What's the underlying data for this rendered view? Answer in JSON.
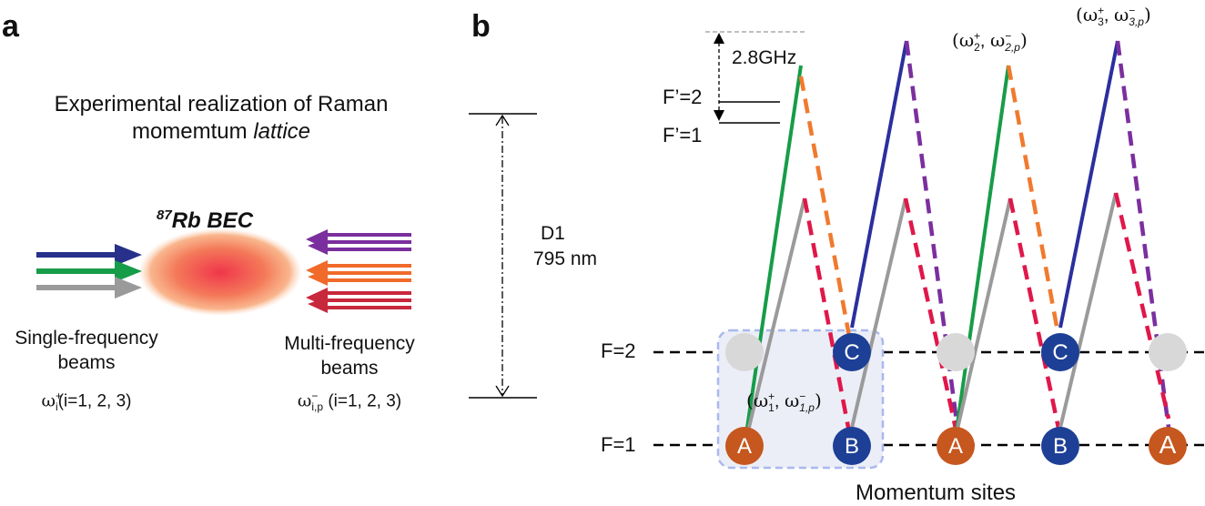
{
  "panel_a": {
    "label": "a",
    "title_line1": "Experimental realization of Raman",
    "title_line2_plain": "momemtum",
    "title_line2_italic": "lattice",
    "bec_label_sup": "87",
    "bec_label_main": "Rb BEC",
    "left_caption_line1": "Single-frequency",
    "left_caption_line2": "beams",
    "left_formula_symbol": "ω",
    "left_formula_sub": "i",
    "left_formula_sup": "+",
    "left_formula_rest": "(i=1, 2, 3)",
    "right_caption_line1": "Multi-frequency",
    "right_caption_line2": "beams",
    "right_formula_symbol": "ω",
    "right_formula_sub": "i,p",
    "right_formula_sup": "−",
    "right_formula_rest": "(i=1, 2, 3)",
    "colors": {
      "beam_blue": "#27308a",
      "beam_green": "#179c48",
      "beam_gray": "#9a9a9a",
      "beam_purple": "#7b2f9e",
      "beam_orange": "#f06a2a",
      "beam_red": "#c8283c",
      "bec_core": "#f0444a",
      "bec_edge": "#f7a27a"
    }
  },
  "panel_b": {
    "label": "b",
    "transition_line1": "D1",
    "transition_line2": "795 nm",
    "splitting": "2.8GHz",
    "level_f2_prime": "F’=2",
    "level_f1_prime": "F’=1",
    "level_f2": "F=2",
    "level_f1": "F=1",
    "bottom_label": "Momentum sites",
    "sites": {
      "A": "A",
      "B": "B",
      "C": "C"
    },
    "pair1": {
      "w": "ω",
      "sup_plus": "+",
      "sub1": "1",
      "sup_minus": "−",
      "sub2": "1,p"
    },
    "pair2": {
      "w": "ω",
      "sup_plus": "+",
      "sub1": "2",
      "sup_minus": "−",
      "sub2": "2,p"
    },
    "pair3": {
      "w": "ω",
      "sup_plus": "+",
      "sub1": "3",
      "sup_minus": "−",
      "sub2": "3,p"
    },
    "colors": {
      "site_a": "#c5571f",
      "site_b": "#1d3f96",
      "site_empty": "#d8d8d8",
      "unit_cell_fill": "#eceef7",
      "unit_cell_border": "#a9b8ee",
      "green": "#179c48",
      "blue": "#2b2f9e",
      "gray": "#9a9a9a",
      "orange": "#f07a2e",
      "red": "#e0174a",
      "purple": "#7b2f9e"
    }
  }
}
